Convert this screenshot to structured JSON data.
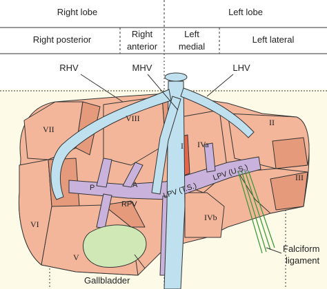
{
  "header": {
    "lobes": {
      "right": "Right lobe",
      "left": "Left lobe"
    },
    "sectors": {
      "right_posterior": "Right posterior",
      "right_anterior_1": "Right",
      "right_anterior_2": "anterior",
      "left_medial_1": "Left",
      "left_medial_2": "medial",
      "left_lateral": "Left lateral"
    }
  },
  "veins": {
    "rhv": "RHV",
    "mhv": "MHV",
    "lhv": "LHV"
  },
  "portal": {
    "rpv": "RPV",
    "lpv_ts": "LPV (T.S.)",
    "lpv_us": "LPV (U.S.)",
    "p": "P",
    "a": "A"
  },
  "segments": {
    "I": "I",
    "II": "II",
    "III": "III",
    "IVa": "IVa",
    "IVb": "IVb",
    "V": "V",
    "VI": "VI",
    "VII": "VII",
    "VIII": "VIII"
  },
  "structures": {
    "gallbladder": "Gallbladder",
    "falciform_1": "Falciform",
    "falciform_2": "ligament"
  },
  "colors": {
    "liver": "#f3b69a",
    "liver_dark": "#e59a7c",
    "hepatic_vein": "#bfe0ef",
    "portal_vein": "#c9b3dc",
    "gallbladder": "#cfe8b5",
    "caudate": "#e2664a",
    "falciform": "#3a9a3a"
  }
}
